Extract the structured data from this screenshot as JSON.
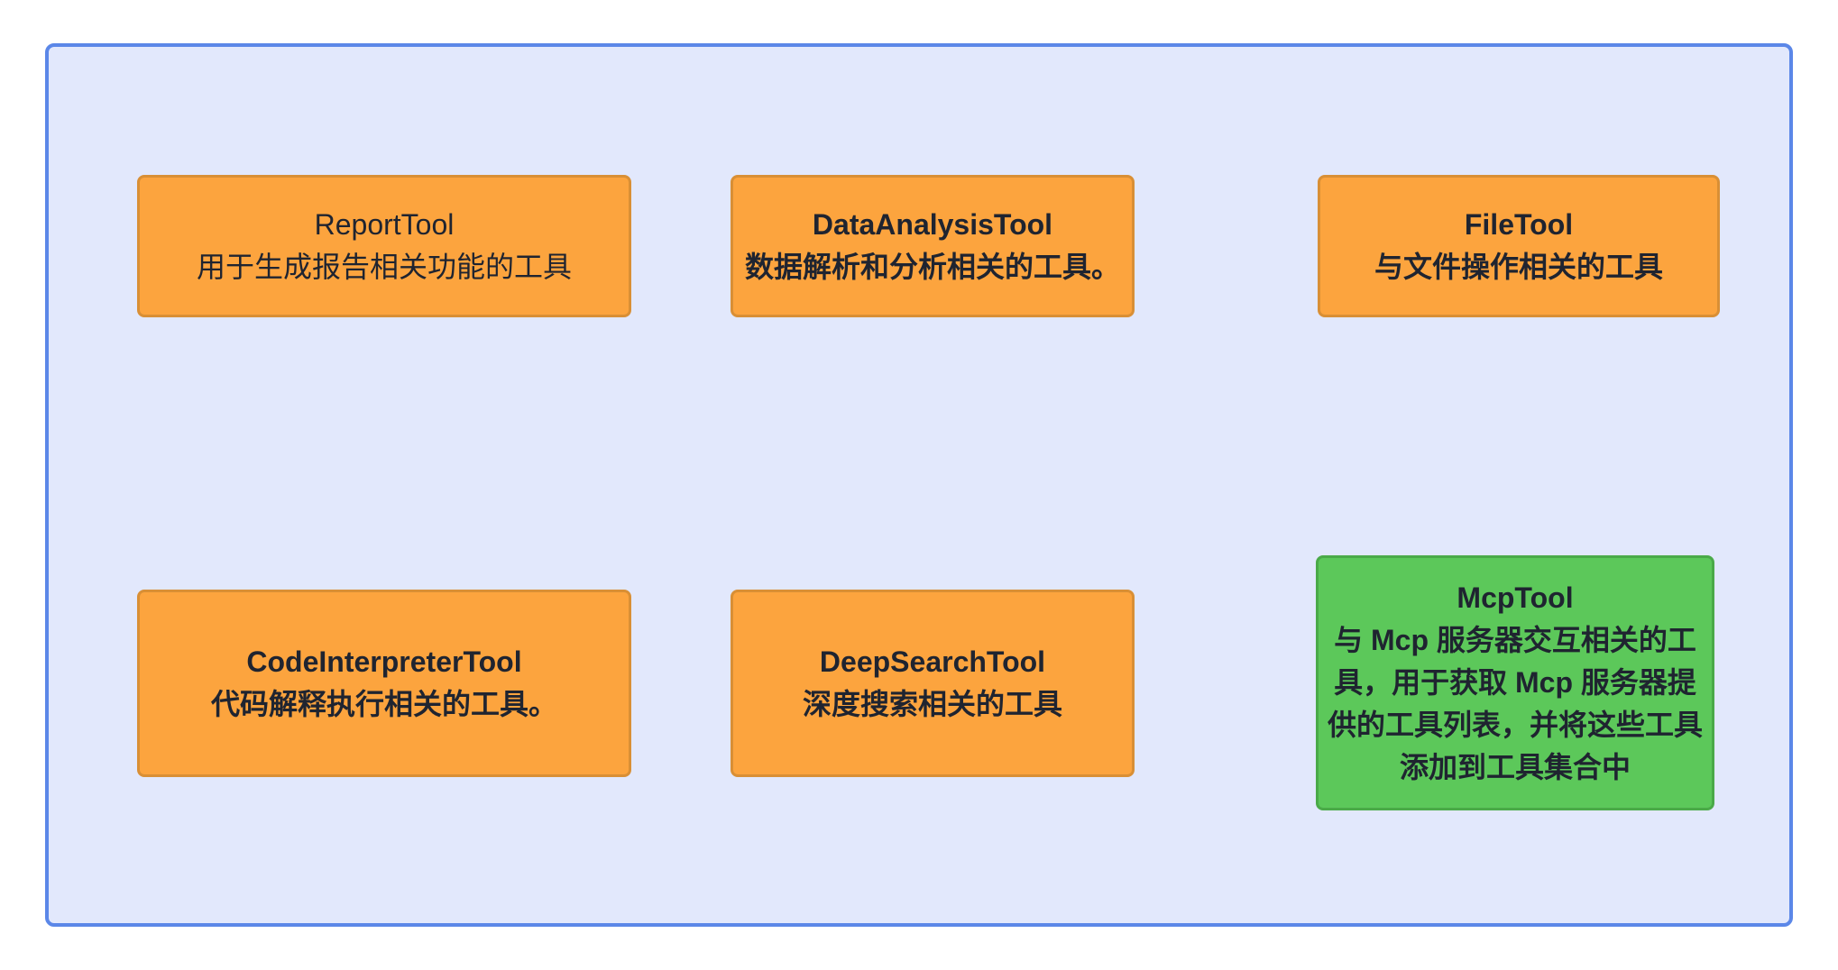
{
  "diagram": {
    "type": "flowchart-node-grid",
    "edges": [],
    "palette": {
      "container_fill": "#E2E8FC",
      "container_border": "#5B87E8",
      "node_orange_fill": "#FCA43E",
      "node_orange_border": "#D98F35",
      "node_green_fill": "#5CC85A",
      "node_green_border": "#4AAA48",
      "text_color": "#1F2430",
      "page_background": "#FFFFFF"
    }
  },
  "boxes": [
    {
      "title": "ReportTool",
      "desc": "用于生成报告相关功能的工具",
      "color": "orange",
      "bold": false
    },
    {
      "title": "DataAnalysisTool",
      "desc": "数据解析和分析相关的工具。",
      "color": "orange",
      "bold": true
    },
    {
      "title": "FileTool",
      "desc": "与文件操作相关的工具",
      "color": "orange",
      "bold": true
    },
    {
      "title": "CodeInterpreterTool",
      "desc": "代码解释执行相关的工具。",
      "color": "orange",
      "bold": true
    },
    {
      "title": "DeepSearchTool",
      "desc": "深度搜索相关的工具",
      "color": "orange",
      "bold": true
    },
    {
      "title": "McpTool",
      "desc": "与 Mcp 服务器交互相关的工具，用于获取 Mcp 服务器提供的工具列表，并将这些工具添加到工具集合中",
      "desc_lines": [
        "与 Mcp 服务器交互相关的工",
        "具，用于获取 Mcp 服务器提",
        "供的工具列表，并将这些工具",
        "添加到工具集合中"
      ],
      "color": "green",
      "bold": true
    }
  ]
}
